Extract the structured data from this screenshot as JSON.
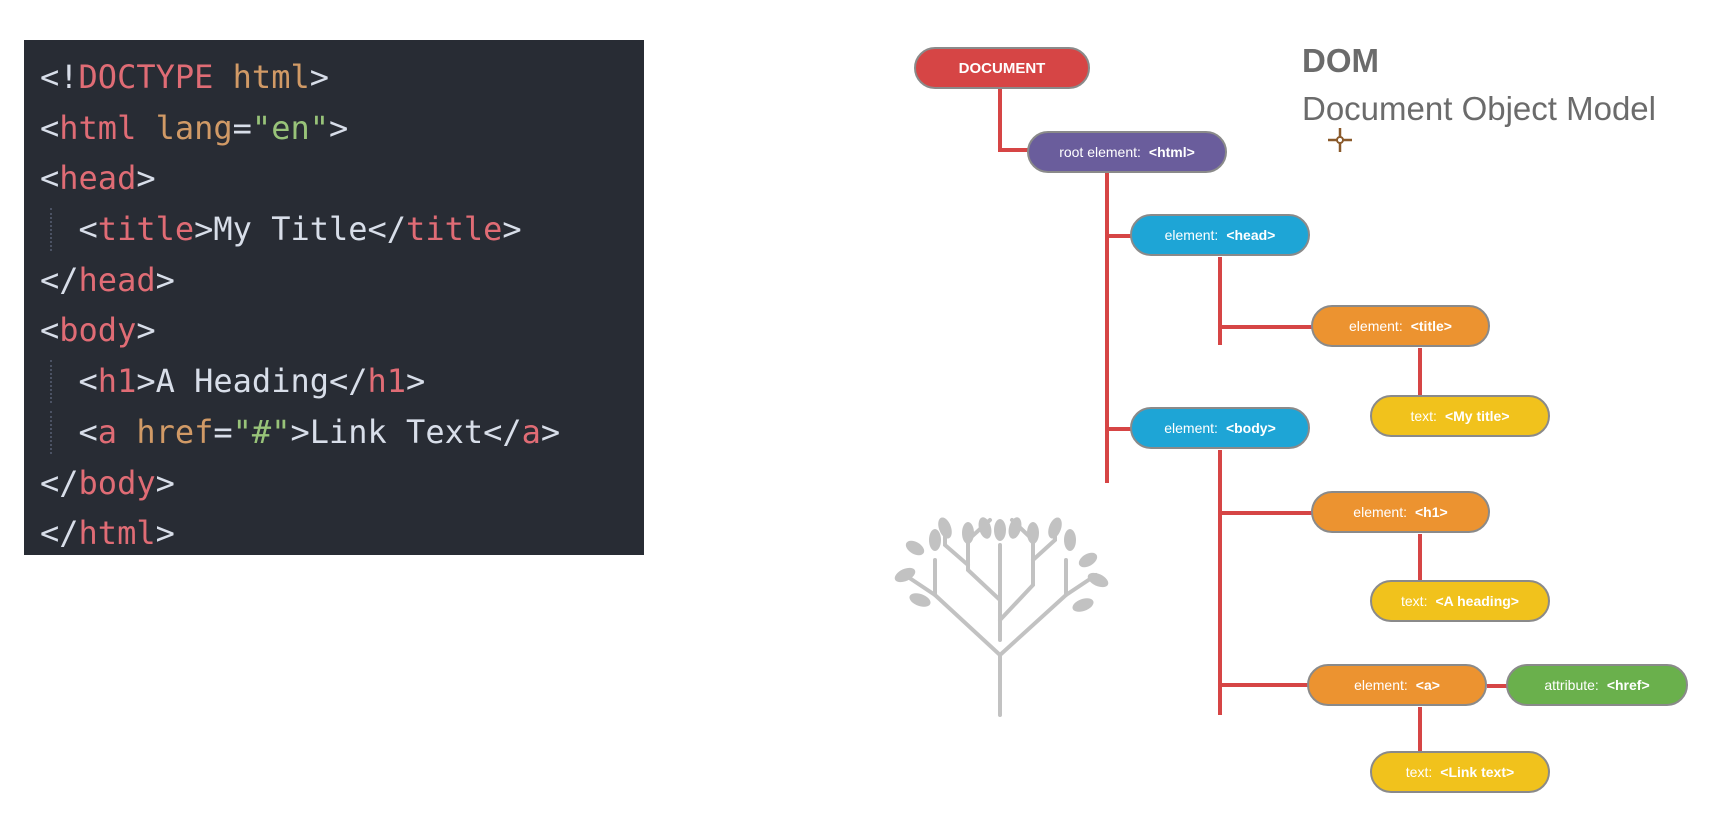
{
  "code": {
    "lines": [
      [
        {
          "t": "<!",
          "c": "punc"
        },
        {
          "t": "DOCTYPE",
          "c": "tag"
        },
        {
          "t": " ",
          "c": "punc"
        },
        {
          "t": "html",
          "c": "attr"
        },
        {
          "t": ">",
          "c": "punc"
        }
      ],
      [
        {
          "t": "<",
          "c": "punc"
        },
        {
          "t": "html",
          "c": "tag"
        },
        {
          "t": " ",
          "c": "punc"
        },
        {
          "t": "lang",
          "c": "attr"
        },
        {
          "t": "=",
          "c": "punc"
        },
        {
          "t": "\"en\"",
          "c": "str"
        },
        {
          "t": ">",
          "c": "punc"
        }
      ],
      [
        {
          "t": "<",
          "c": "punc"
        },
        {
          "t": "head",
          "c": "tag"
        },
        {
          "t": ">",
          "c": "punc"
        }
      ],
      [
        {
          "t": "  <",
          "c": "punc"
        },
        {
          "t": "title",
          "c": "tag"
        },
        {
          "t": ">",
          "c": "punc"
        },
        {
          "t": "My Title",
          "c": "txt"
        },
        {
          "t": "</",
          "c": "punc"
        },
        {
          "t": "title",
          "c": "tag"
        },
        {
          "t": ">",
          "c": "punc"
        }
      ],
      [
        {
          "t": "</",
          "c": "punc"
        },
        {
          "t": "head",
          "c": "tag"
        },
        {
          "t": ">",
          "c": "punc"
        }
      ],
      [
        {
          "t": "<",
          "c": "punc"
        },
        {
          "t": "body",
          "c": "tag"
        },
        {
          "t": ">",
          "c": "punc"
        }
      ],
      [
        {
          "t": "  <",
          "c": "punc"
        },
        {
          "t": "h1",
          "c": "tag"
        },
        {
          "t": ">",
          "c": "punc"
        },
        {
          "t": "A Heading",
          "c": "txt"
        },
        {
          "t": "</",
          "c": "punc"
        },
        {
          "t": "h1",
          "c": "tag"
        },
        {
          "t": ">",
          "c": "punc"
        }
      ],
      [
        {
          "t": "  <",
          "c": "punc"
        },
        {
          "t": "a",
          "c": "tag"
        },
        {
          "t": " ",
          "c": "punc"
        },
        {
          "t": "href",
          "c": "attr"
        },
        {
          "t": "=",
          "c": "punc"
        },
        {
          "t": "\"#\"",
          "c": "str"
        },
        {
          "t": ">",
          "c": "punc"
        },
        {
          "t": "Link Text",
          "c": "txt"
        },
        {
          "t": "</",
          "c": "punc"
        },
        {
          "t": "a",
          "c": "tag"
        },
        {
          "t": ">",
          "c": "punc"
        }
      ],
      [
        {
          "t": "</",
          "c": "punc"
        },
        {
          "t": "body",
          "c": "tag"
        },
        {
          "t": ">",
          "c": "punc"
        }
      ],
      [
        {
          "t": "</",
          "c": "punc"
        },
        {
          "t": "html",
          "c": "tag"
        },
        {
          "t": ">",
          "c": "punc"
        }
      ]
    ],
    "indented_lines": [
      3,
      6,
      7
    ]
  },
  "dom": {
    "abbr": "DOM",
    "full": "Document Object Model"
  },
  "tree": {
    "document": {
      "value": "DOCUMENT"
    },
    "root": {
      "key": "root element:",
      "value": "<html>"
    },
    "head": {
      "key": "element:",
      "value": "<head>"
    },
    "title": {
      "key": "element:",
      "value": "<title>"
    },
    "title_text": {
      "key": "text:",
      "value": "<My title>"
    },
    "body": {
      "key": "element:",
      "value": "<body>"
    },
    "h1": {
      "key": "element:",
      "value": "<h1>"
    },
    "h1_text": {
      "key": "text:",
      "value": "<A heading>"
    },
    "a": {
      "key": "element:",
      "value": "<a>"
    },
    "href": {
      "key": "attribute:",
      "value": "<href>"
    },
    "a_text": {
      "key": "text:",
      "value": "<Link text>"
    }
  },
  "colors": {
    "connector": "#d64545",
    "document": "#d64545",
    "root": "#6a5d9c",
    "element_blue": "#1ea5d6",
    "element_orange": "#ec9330",
    "text_yellow": "#f1c21c",
    "attribute_green": "#6ab04c",
    "tree_icon": "#c2c2c2"
  },
  "icons": [
    "tree-icon",
    "move-cursor-icon"
  ]
}
